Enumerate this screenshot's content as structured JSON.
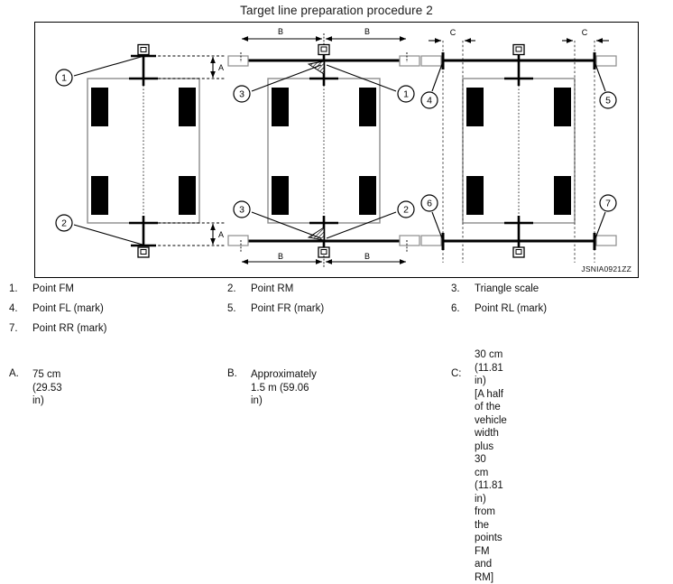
{
  "title": "Target line preparation procedure 2",
  "figure": {
    "code": "JSNIA0921ZZ",
    "panels": [
      {
        "name": "panel-1",
        "callouts": [
          "1",
          "2"
        ],
        "dimension_labels": [
          "A",
          "A"
        ]
      },
      {
        "name": "panel-2",
        "callouts": [
          "3",
          "1",
          "3",
          "2"
        ],
        "dimension_labels": [
          "B",
          "B",
          "B",
          "B"
        ]
      },
      {
        "name": "panel-3",
        "callouts": [
          "4",
          "5",
          "6",
          "7"
        ],
        "dimension_labels": [
          "C",
          "C"
        ]
      }
    ]
  },
  "legend": [
    {
      "num": "1.",
      "text": "Point FM"
    },
    {
      "num": "2.",
      "text": "Point RM"
    },
    {
      "num": "3.",
      "text": "Triangle scale"
    },
    {
      "num": "4.",
      "text": "Point FL (mark)"
    },
    {
      "num": "5.",
      "text": "Point FR (mark)"
    },
    {
      "num": "6.",
      "text": "Point RL (mark)"
    },
    {
      "num": "7.",
      "text": "Point RR (mark)"
    }
  ],
  "notes": [
    {
      "key": "A.",
      "lines": [
        "75 cm (29.53 in)"
      ]
    },
    {
      "key": "B.",
      "lines": [
        "Approximately 1.5 m (59.06 in)"
      ]
    },
    {
      "key": "C:",
      "lines": [
        "30 cm (11.81 in)",
        "[A half of the vehicle width plus 30",
        "cm (11.81 in) from the points FM and",
        "RM]"
      ]
    }
  ],
  "colors": {
    "frame": "#000000",
    "body_outline": "#8c8c8c",
    "tire": "#000000",
    "target_line": "#000000",
    "dimension": "#000000"
  }
}
